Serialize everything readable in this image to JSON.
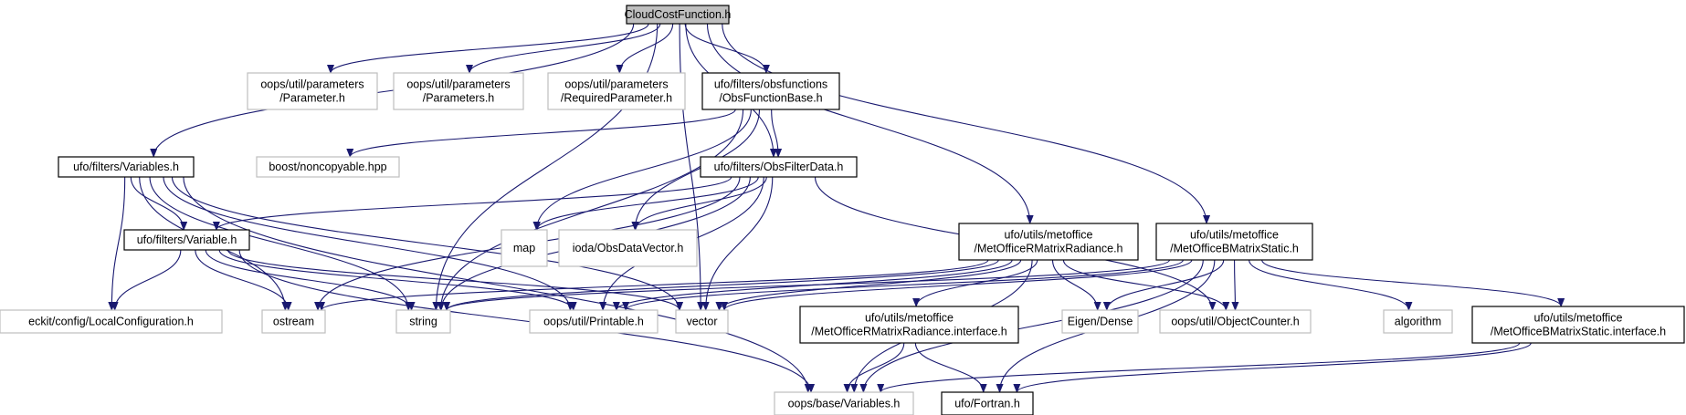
{
  "colors": {
    "edge": "#191970",
    "documented_border": "#000000",
    "external_border": "#bfbfbf",
    "root_fill": "#bfbfbf",
    "node_fill": "#ffffff",
    "text": "#000000"
  },
  "nodes": [
    {
      "id": "root",
      "kind": "root",
      "lines": [
        "CloudCostFunction.h"
      ]
    },
    {
      "id": "variables",
      "kind": "documented",
      "lines": [
        "ufo/filters/Variables.h"
      ]
    },
    {
      "id": "parameter",
      "kind": "external",
      "lines": [
        "oops/util/parameters",
        "/Parameter.h"
      ]
    },
    {
      "id": "parameters",
      "kind": "external",
      "lines": [
        "oops/util/parameters",
        "/Parameters.h"
      ]
    },
    {
      "id": "requiredparameter",
      "kind": "external",
      "lines": [
        "oops/util/parameters",
        "/RequiredParameter.h"
      ]
    },
    {
      "id": "obsfunctionbase",
      "kind": "documented",
      "lines": [
        "ufo/filters/obsfunctions",
        "/ObsFunctionBase.h"
      ]
    },
    {
      "id": "noncopyable",
      "kind": "external",
      "lines": [
        "boost/noncopyable.hpp"
      ]
    },
    {
      "id": "obsfilterdata",
      "kind": "documented",
      "lines": [
        "ufo/filters/ObsFilterData.h"
      ]
    },
    {
      "id": "variable",
      "kind": "documented",
      "lines": [
        "ufo/filters/Variable.h"
      ]
    },
    {
      "id": "map",
      "kind": "external",
      "lines": [
        "map"
      ]
    },
    {
      "id": "obsdatavector",
      "kind": "external",
      "lines": [
        "ioda/ObsDataVector.h"
      ]
    },
    {
      "id": "rmatrixradiance",
      "kind": "documented",
      "lines": [
        "ufo/utils/metoffice",
        "/MetOfficeRMatrixRadiance.h"
      ]
    },
    {
      "id": "bmatrixstatic",
      "kind": "documented",
      "lines": [
        "ufo/utils/metoffice",
        "/MetOfficeBMatrixStatic.h"
      ]
    },
    {
      "id": "localconfiguration",
      "kind": "external",
      "lines": [
        "eckit/config/LocalConfiguration.h"
      ]
    },
    {
      "id": "ostream",
      "kind": "external",
      "lines": [
        "ostream"
      ]
    },
    {
      "id": "string",
      "kind": "external",
      "lines": [
        "string"
      ]
    },
    {
      "id": "printable",
      "kind": "external",
      "lines": [
        "oops/util/Printable.h"
      ]
    },
    {
      "id": "vector",
      "kind": "external",
      "lines": [
        "vector"
      ]
    },
    {
      "id": "rmatrixinterface",
      "kind": "documented",
      "lines": [
        "ufo/utils/metoffice",
        "/MetOfficeRMatrixRadiance.interface.h"
      ]
    },
    {
      "id": "eigendense",
      "kind": "external",
      "lines": [
        "Eigen/Dense"
      ]
    },
    {
      "id": "objectcounter",
      "kind": "external",
      "lines": [
        "oops/util/ObjectCounter.h"
      ]
    },
    {
      "id": "algorithm",
      "kind": "external",
      "lines": [
        "algorithm"
      ]
    },
    {
      "id": "bmatrixinterface",
      "kind": "documented",
      "lines": [
        "ufo/utils/metoffice",
        "/MetOfficeBMatrixStatic.interface.h"
      ]
    },
    {
      "id": "oopsvariables",
      "kind": "external",
      "lines": [
        "oops/base/Variables.h"
      ]
    },
    {
      "id": "fortran",
      "kind": "documented",
      "lines": [
        "ufo/Fortran.h"
      ]
    }
  ],
  "edges": [
    [
      "root",
      "variables"
    ],
    [
      "root",
      "string"
    ],
    [
      "root",
      "parameter"
    ],
    [
      "root",
      "parameters"
    ],
    [
      "root",
      "requiredparameter"
    ],
    [
      "root",
      "obsfunctionbase"
    ],
    [
      "root",
      "obsfilterdata"
    ],
    [
      "root",
      "vector"
    ],
    [
      "root",
      "rmatrixradiance"
    ],
    [
      "root",
      "bmatrixstatic"
    ],
    [
      "obsfunctionbase",
      "noncopyable"
    ],
    [
      "obsfunctionbase",
      "obsfilterdata"
    ],
    [
      "obsfunctionbase",
      "map"
    ],
    [
      "obsfunctionbase",
      "obsdatavector"
    ],
    [
      "obsfunctionbase",
      "string"
    ],
    [
      "variables",
      "variable"
    ],
    [
      "variables",
      "localconfiguration"
    ],
    [
      "variables",
      "ostream"
    ],
    [
      "variables",
      "string"
    ],
    [
      "variables",
      "printable"
    ],
    [
      "variables",
      "vector"
    ],
    [
      "variables",
      "oopsvariables"
    ],
    [
      "obsfilterdata",
      "variable"
    ],
    [
      "obsfilterdata",
      "map"
    ],
    [
      "obsfilterdata",
      "obsdatavector"
    ],
    [
      "obsfilterdata",
      "string"
    ],
    [
      "obsfilterdata",
      "printable"
    ],
    [
      "obsfilterdata",
      "vector"
    ],
    [
      "obsfilterdata",
      "objectcounter"
    ],
    [
      "obsfilterdata",
      "ostream"
    ],
    [
      "variable",
      "localconfiguration"
    ],
    [
      "variable",
      "ostream"
    ],
    [
      "variable",
      "string"
    ],
    [
      "variable",
      "printable"
    ],
    [
      "variable",
      "vector"
    ],
    [
      "variable",
      "oopsvariables"
    ],
    [
      "rmatrixradiance",
      "string"
    ],
    [
      "rmatrixradiance",
      "printable"
    ],
    [
      "rmatrixradiance",
      "vector"
    ],
    [
      "rmatrixradiance",
      "rmatrixinterface"
    ],
    [
      "rmatrixradiance",
      "eigendense"
    ],
    [
      "rmatrixradiance",
      "objectcounter"
    ],
    [
      "rmatrixradiance",
      "oopsvariables"
    ],
    [
      "rmatrixradiance",
      "ostream"
    ],
    [
      "bmatrixstatic",
      "string"
    ],
    [
      "bmatrixstatic",
      "printable"
    ],
    [
      "bmatrixstatic",
      "vector"
    ],
    [
      "bmatrixstatic",
      "eigendense"
    ],
    [
      "bmatrixstatic",
      "objectcounter"
    ],
    [
      "bmatrixstatic",
      "algorithm"
    ],
    [
      "bmatrixstatic",
      "bmatrixinterface"
    ],
    [
      "bmatrixstatic",
      "oopsvariables"
    ],
    [
      "bmatrixstatic",
      "fortran"
    ],
    [
      "rmatrixinterface",
      "oopsvariables"
    ],
    [
      "rmatrixinterface",
      "fortran"
    ],
    [
      "bmatrixinterface",
      "oopsvariables"
    ],
    [
      "bmatrixinterface",
      "fortran"
    ]
  ]
}
